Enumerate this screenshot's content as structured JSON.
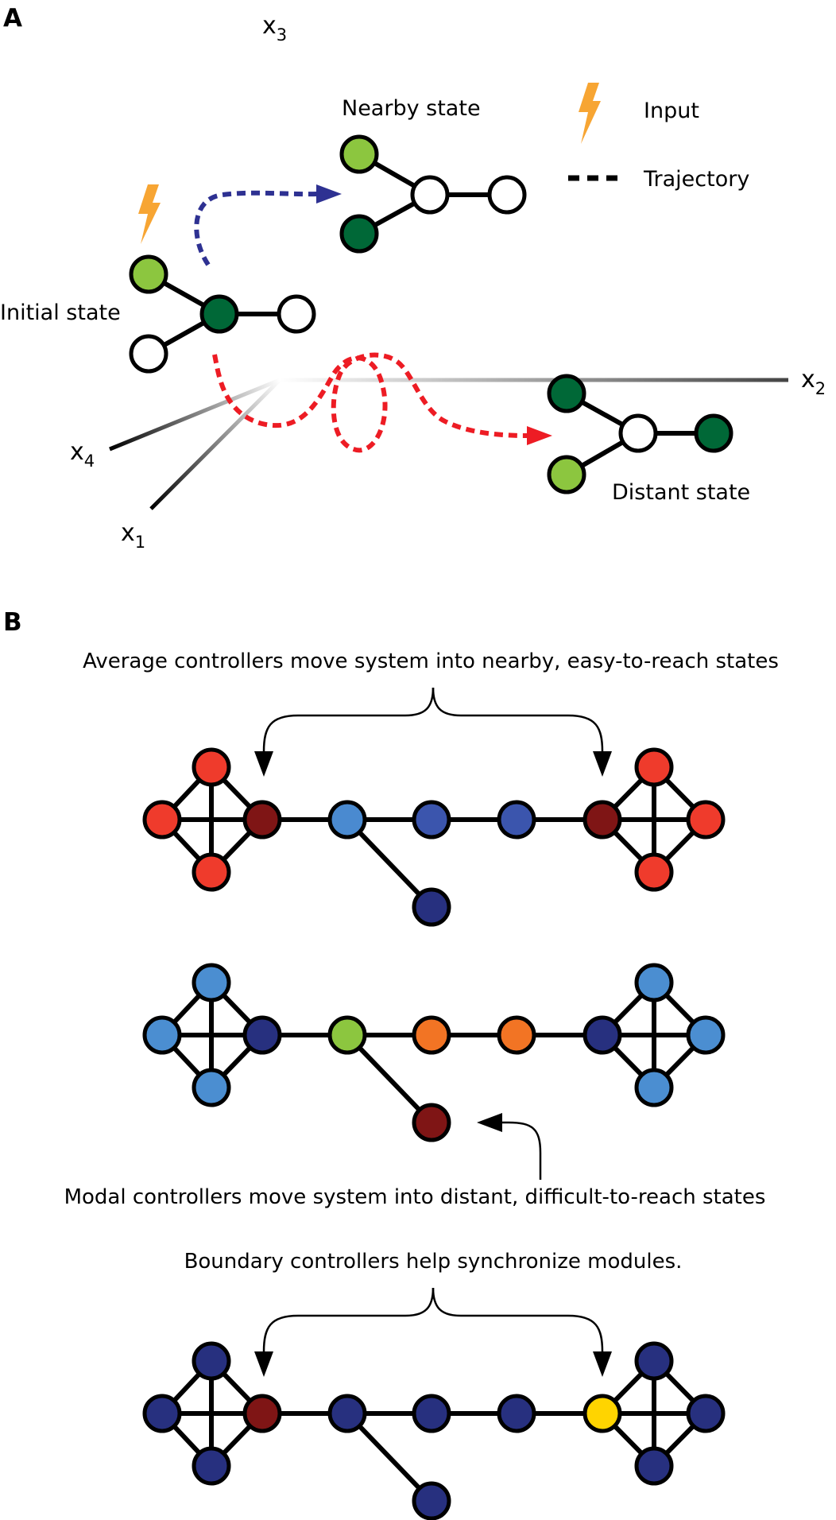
{
  "panels": {
    "a": {
      "letter": "A",
      "axes": {
        "x1": {
          "base": "x",
          "sub": "1"
        },
        "x2": {
          "base": "x",
          "sub": "2"
        },
        "x3": {
          "base": "x",
          "sub": "3"
        },
        "x4": {
          "base": "x",
          "sub": "4"
        }
      },
      "states": {
        "initial": "Initial state",
        "nearby": "Nearby state",
        "distant": "Distant state"
      },
      "legend": {
        "input": "Input",
        "trajectory": "Trajectory"
      }
    },
    "b": {
      "letter": "B",
      "captions": {
        "average": "Average controllers move system into nearby, easy-to-reach states",
        "modal": "Modal controllers move system into distant, difficult-to-reach states",
        "boundary": "Boundary controllers help synchronize modules."
      }
    }
  },
  "colors": {
    "light_green": "#8cc63f",
    "dark_green": "#006837",
    "white": "#ffffff",
    "red": "#ef3b2c",
    "dark_red": "#7f1515",
    "blue": "#4a8ad0",
    "mid_blue": "#3b55ad",
    "navy": "#27307f",
    "light_blue": "#4b8ed1",
    "orange": "#f27424",
    "yellow": "#ffd400",
    "input_bolt": "#f7a533",
    "traj_blue": "#2e3192",
    "traj_red": "#ed1c24"
  },
  "networks": [
    {
      "name": "average",
      "node_colors": [
        "red",
        "red",
        "dark_red",
        "red",
        "blue",
        "mid_blue",
        "mid_blue",
        "dark_red",
        "red",
        "red",
        "red",
        "navy"
      ]
    },
    {
      "name": "modal",
      "node_colors": [
        "light_blue",
        "light_blue",
        "navy",
        "light_blue",
        "light_green",
        "orange",
        "orange",
        "navy",
        "light_blue",
        "light_blue",
        "light_blue",
        "dark_red"
      ]
    },
    {
      "name": "boundary",
      "node_colors": [
        "navy",
        "navy",
        "dark_red",
        "navy",
        "navy",
        "navy",
        "navy",
        "yellow",
        "navy",
        "navy",
        "navy",
        "navy"
      ]
    }
  ]
}
